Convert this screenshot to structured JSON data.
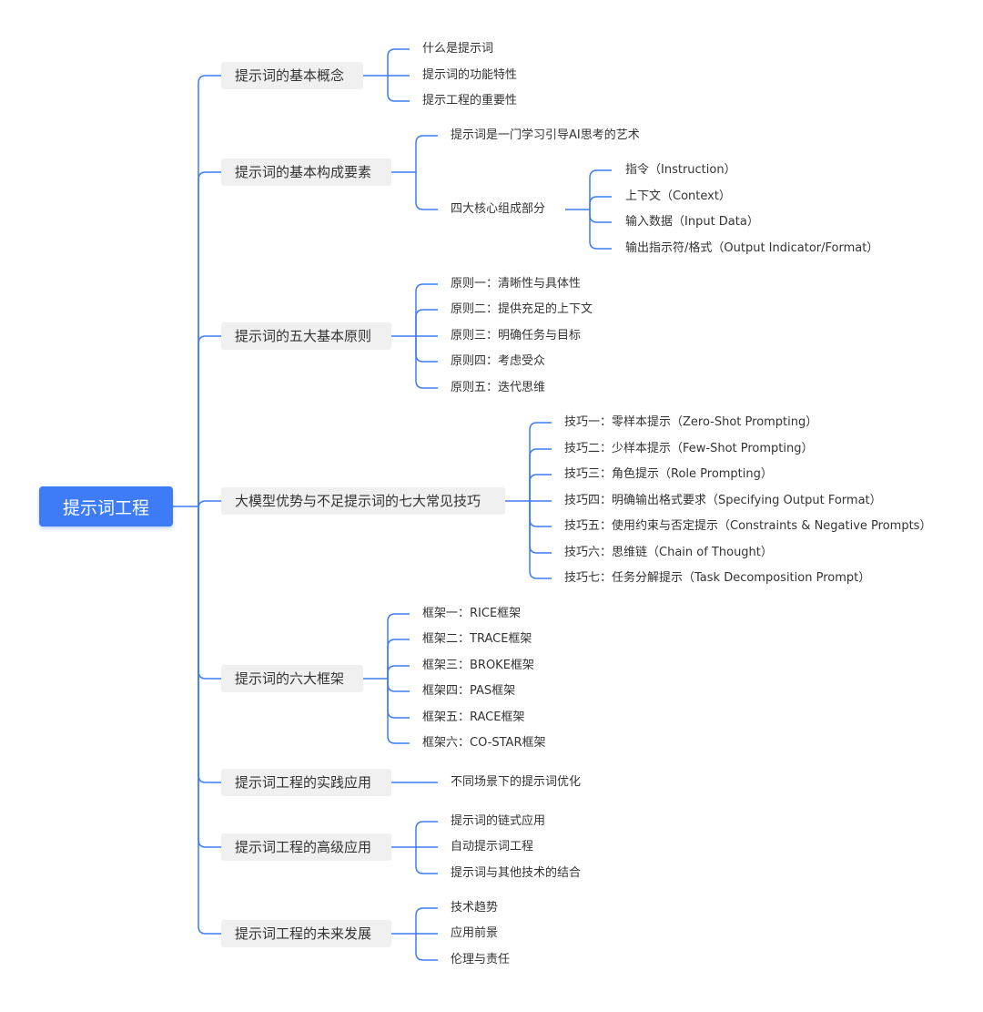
{
  "mindmap": {
    "root": "提示词工程",
    "branches": [
      {
        "label": "提示词的基本概念",
        "children": [
          {
            "label": "什么是提示词"
          },
          {
            "label": "提示词的功能特性"
          },
          {
            "label": "提示工程的重要性"
          }
        ]
      },
      {
        "label": "提示词的基本构成要素",
        "children": [
          {
            "label": "提示词是一门学习引导AI思考的艺术"
          },
          {
            "label": "四大核心组成部分",
            "children": [
              {
                "label": "指令（Instruction）"
              },
              {
                "label": "上下文（Context）"
              },
              {
                "label": "输入数据（Input Data）"
              },
              {
                "label": "输出指示符/格式（Output Indicator/Format）"
              }
            ]
          }
        ]
      },
      {
        "label": "提示词的五大基本原则",
        "children": [
          {
            "label": "原则一：清晰性与具体性"
          },
          {
            "label": "原则二：提供充足的上下文"
          },
          {
            "label": "原则三：明确任务与目标"
          },
          {
            "label": "原则四：考虑受众"
          },
          {
            "label": "原则五：迭代思维"
          }
        ]
      },
      {
        "label": "大模型优势与不足提示词的七大常见技巧",
        "children": [
          {
            "label": "技巧一：零样本提示（Zero-Shot Prompting）"
          },
          {
            "label": "技巧二：少样本提示（Few-Shot Prompting）"
          },
          {
            "label": "技巧三：角色提示（Role Prompting）"
          },
          {
            "label": "技巧四：明确输出格式要求（Specifying Output Format）"
          },
          {
            "label": "技巧五：使用约束与否定提示（Constraints & Negative Prompts）"
          },
          {
            "label": "技巧六：思维链（Chain of Thought）"
          },
          {
            "label": "技巧七：任务分解提示（Task Decomposition Prompt）"
          }
        ]
      },
      {
        "label": "提示词的六大框架",
        "children": [
          {
            "label": "框架一：RICE框架"
          },
          {
            "label": "框架二：TRACE框架"
          },
          {
            "label": "框架三：BROKE框架"
          },
          {
            "label": "框架四：PAS框架"
          },
          {
            "label": "框架五：RACE框架"
          },
          {
            "label": "框架六：CO-STAR框架"
          }
        ]
      },
      {
        "label": "提示词工程的实践应用",
        "children": [
          {
            "label": "不同场景下的提示词优化"
          }
        ]
      },
      {
        "label": "提示词工程的高级应用",
        "children": [
          {
            "label": "提示词的链式应用"
          },
          {
            "label": "自动提示词工程"
          },
          {
            "label": "提示词与其他技术的结合"
          }
        ]
      },
      {
        "label": "提示词工程的未来发展",
        "children": [
          {
            "label": "技术趋势"
          },
          {
            "label": "应用前景"
          },
          {
            "label": "伦理与责任"
          }
        ]
      }
    ]
  },
  "colors": {
    "accent": "#3d7bf7",
    "topic_bg": "#f0f0f0",
    "text": "#333333"
  }
}
